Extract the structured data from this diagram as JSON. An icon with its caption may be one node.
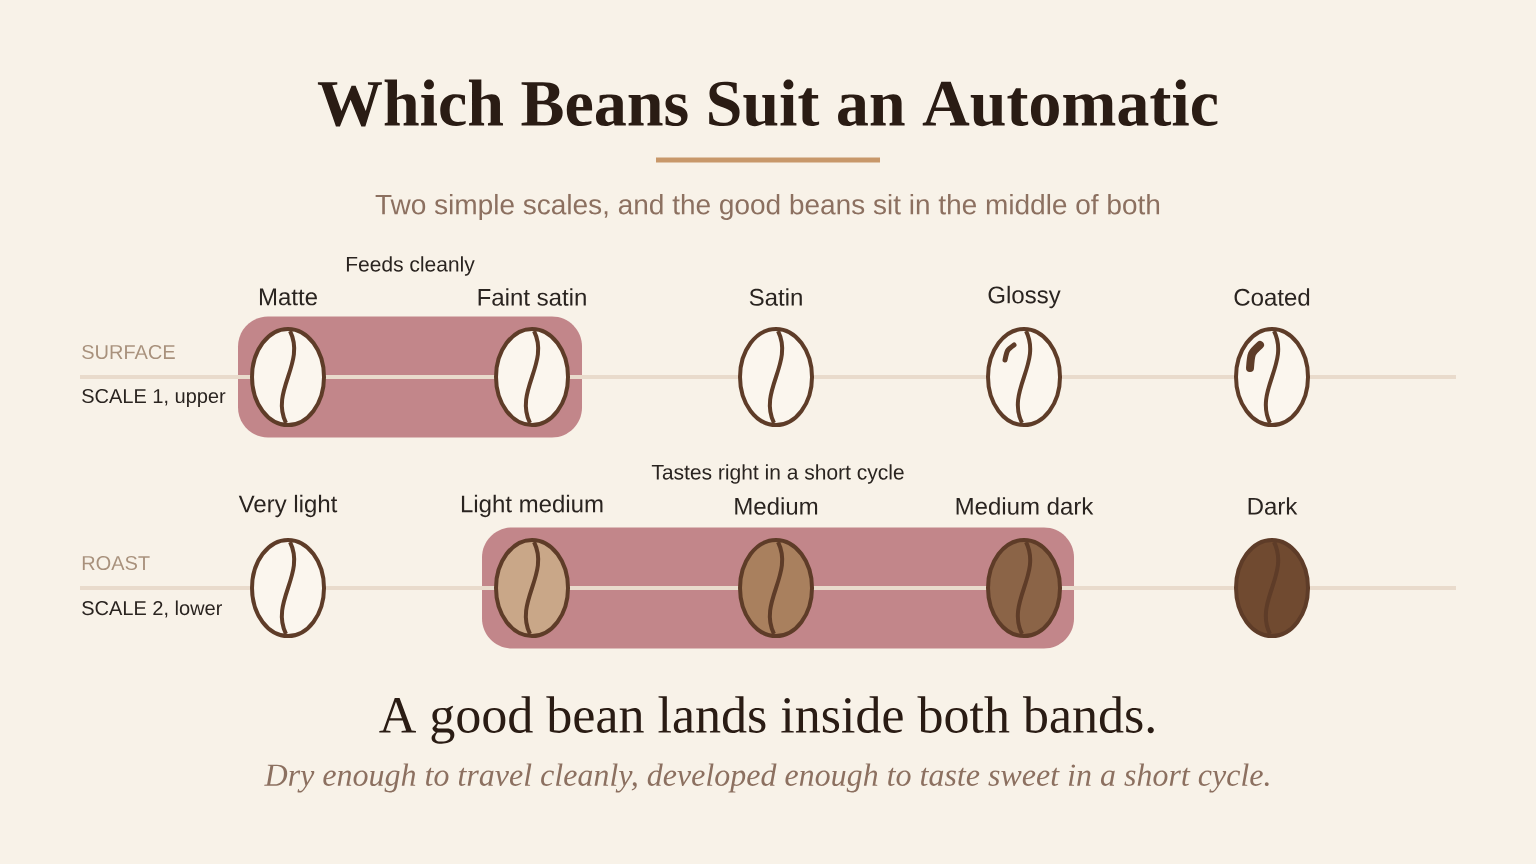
{
  "diagram": {
    "title": "Which Beans Suit an Automatic",
    "nodes": [
      {
        "text": [
          "Feeds cleanly"
        ]
      },
      {
        "text": [
          "Matte"
        ],
        "in": 0
      },
      {
        "text": [
          "Faint satin"
        ],
        "in": 0
      },
      {
        "text": [
          "Satin"
        ]
      },
      {
        "text": [
          "Glossy"
        ]
      },
      {
        "text": [
          "Coated"
        ]
      },
      {
        "text": [
          "Tastes right in a short cycle"
        ]
      },
      {
        "text": [
          "Very light"
        ]
      },
      {
        "text": [
          "Light medium"
        ],
        "in": 6
      },
      {
        "text": [
          "Medium"
        ],
        "in": 6
      },
      {
        "text": [
          "Medium dark"
        ],
        "in": 6
      },
      {
        "text": [
          "Dark"
        ]
      }
    ],
    "labels": [
      "Two simple scales, and the good beans sit in the middle of both",
      "SURFACE",
      "SCALE 1, upper",
      "ROAST",
      "SCALE 2, lower",
      "A good bean lands inside both bands.",
      "Dry enough to travel cleanly, developed enough to taste sweet in a short cycle."
    ]
  }
}
